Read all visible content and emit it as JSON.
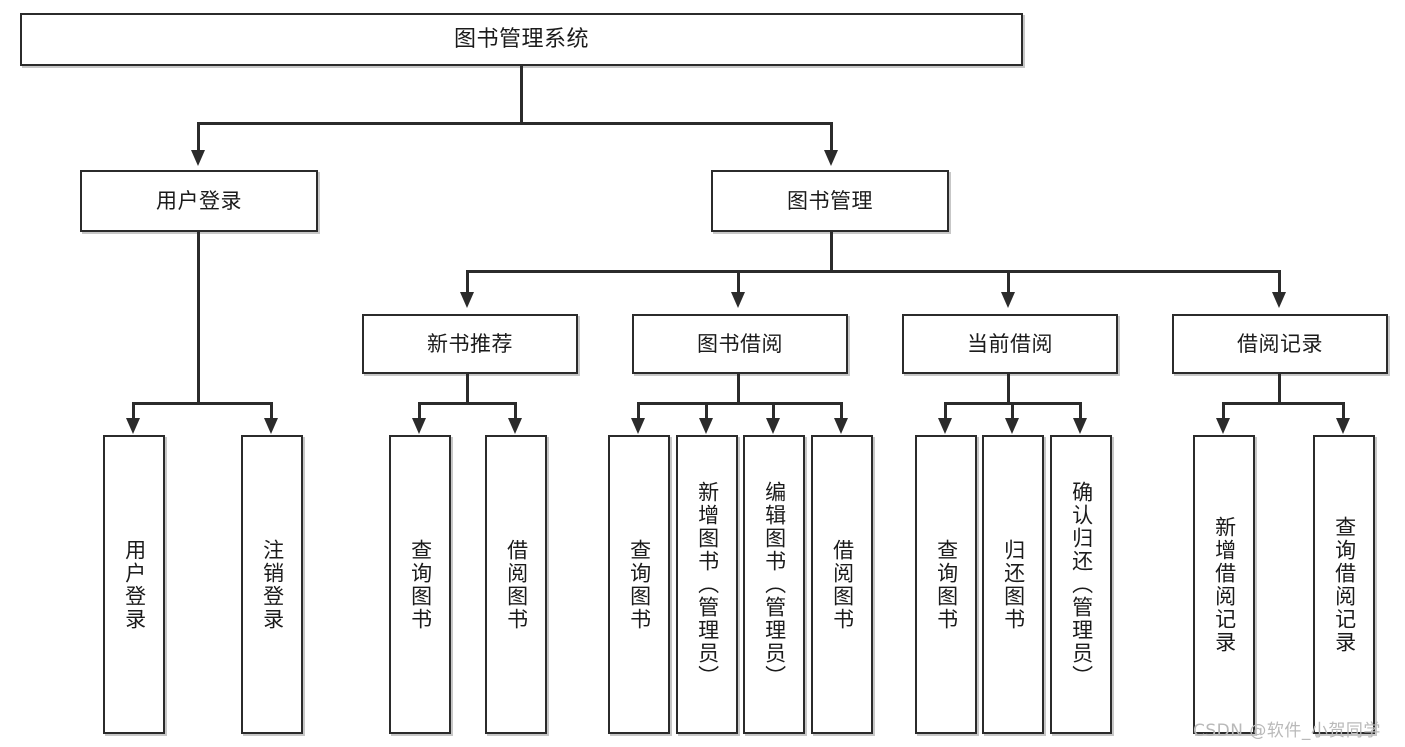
{
  "diagram": {
    "title": "图书管理系统",
    "type": "tree",
    "root": {
      "label": "图书管理系统"
    },
    "level1": [
      {
        "label": "用户登录"
      },
      {
        "label": "图书管理"
      }
    ],
    "level2": [
      {
        "label": "新书推荐"
      },
      {
        "label": "图书借阅"
      },
      {
        "label": "当前借阅"
      },
      {
        "label": "借阅记录"
      }
    ],
    "leaves": {
      "user_login": [
        {
          "label": "用户登录"
        },
        {
          "label": "注销登录"
        }
      ],
      "new_book_recommend": [
        {
          "label": "查询图书"
        },
        {
          "label": "借阅图书"
        }
      ],
      "book_borrow": [
        {
          "label": "查询图书"
        },
        {
          "label": "新增图书（管理员）"
        },
        {
          "label": "编辑图书（管理员）"
        },
        {
          "label": "借阅图书"
        }
      ],
      "current_borrow": [
        {
          "label": "查询图书"
        },
        {
          "label": "归还图书"
        },
        {
          "label": "确认归还（管理员）"
        }
      ],
      "borrow_record": [
        {
          "label": "新增借阅记录"
        },
        {
          "label": "查询借阅记录"
        }
      ]
    }
  },
  "watermark": {
    "text": "CSDN @软件_小贺同学"
  },
  "colors": {
    "stroke": "#2b2b2b",
    "background": "#ffffff",
    "text": "#1b1b1b",
    "watermark": "#b9b9b9"
  }
}
